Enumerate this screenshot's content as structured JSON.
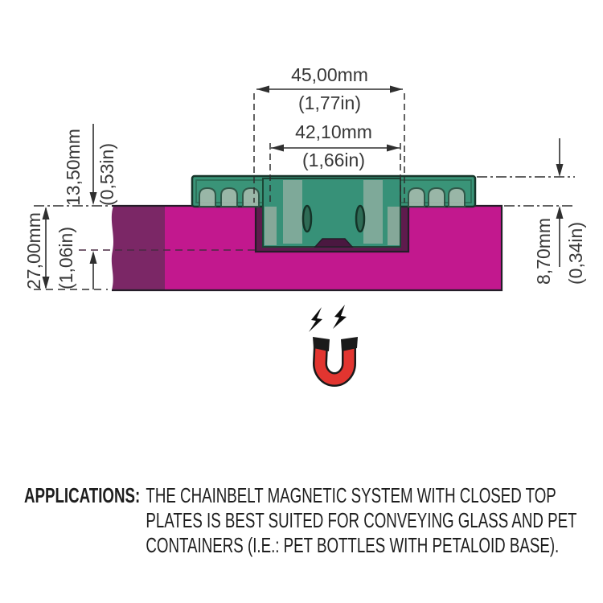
{
  "diagram": {
    "name": "chainbelt-magnetic-system-cross-section",
    "dimensions": {
      "top_plate_outer_width": {
        "metric": "45,00mm",
        "imperial": "(1,77in)"
      },
      "top_plate_inner_width": {
        "metric": "42,10mm",
        "imperial": "(1,66in)"
      },
      "insert_depth": {
        "metric": "13,50mm",
        "imperial": "(0,53in)"
      },
      "belt_thickness": {
        "metric": "27,00mm",
        "imperial": "(1,06in)"
      },
      "plate_exposed_height": {
        "metric": "8,70mm",
        "imperial": "(0,34in)"
      }
    },
    "colors": {
      "belt_magenta": "#C2188E",
      "belt_shadow_purple": "#7B2766",
      "recess_purple": "#5E1B4D",
      "plate_green": "#3A9478",
      "insert_green": "#379178",
      "clip_gray": "#A4BAAD",
      "outline_dark": "#241D28",
      "plate_outline": "#16352A",
      "magnet_red": "#E23530",
      "ink": "#2F2F2F"
    },
    "icons": {
      "magnet": "horseshoe-magnet-icon",
      "sparks": "magnetic-field-bolts-icon"
    }
  },
  "applications": {
    "label": "APPLICATIONS:",
    "lines": [
      "THE CHAINBELT MAGNETIC SYSTEM WITH CLOSED TOP",
      "PLATES IS BEST SUITED FOR CONVEYING GLASS AND PET",
      "CONTAINERS (I.E.: PET BOTTLES WITH PETALOID BASE)."
    ]
  }
}
